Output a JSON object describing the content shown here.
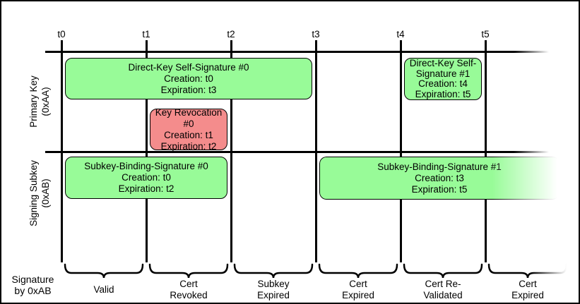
{
  "diagram": {
    "timeline_ticks": [
      "t0",
      "t1",
      "t2",
      "t3",
      "t4",
      "t5"
    ],
    "rows": [
      {
        "label_line1": "Primary Key",
        "label_line2": "(0xAA)"
      },
      {
        "label_line1": "Signing Subkey",
        "label_line2": "(0xAB)"
      }
    ],
    "boxes": [
      {
        "lines": [
          "Direct-Key Self-Signature #0",
          "Creation: t0",
          "Expiration: t3"
        ]
      },
      {
        "lines": [
          "Key Revocation #0",
          "Creation: t1",
          "Expiration: t2"
        ]
      },
      {
        "lines": [
          "Direct-Key Self-",
          "Signature #1",
          "Creation: t4",
          "Expiration: t5"
        ]
      },
      {
        "lines": [
          "Subkey-Binding-Signature #0",
          "Creation: t0",
          "Expiration: t2"
        ]
      },
      {
        "lines": [
          "Subkey-Binding-Signature #1",
          "Creation: t3",
          "Expiration: t5"
        ]
      }
    ],
    "footer": {
      "axis_label_line1": "Signature",
      "axis_label_line2": "by 0xAB",
      "intervals": [
        {
          "line1": "Valid",
          "line2": ""
        },
        {
          "line1": "Cert",
          "line2": "Revoked"
        },
        {
          "line1": "Subkey",
          "line2": "Expired"
        },
        {
          "line1": "Cert",
          "line2": "Expired"
        },
        {
          "line1": "Cert Re-",
          "line2": "Validated"
        },
        {
          "line1": "Cert",
          "line2": "Expired"
        }
      ]
    },
    "colors": {
      "valid": "#98FB98",
      "revoked": "#F48C8C",
      "line": "#000000"
    }
  }
}
